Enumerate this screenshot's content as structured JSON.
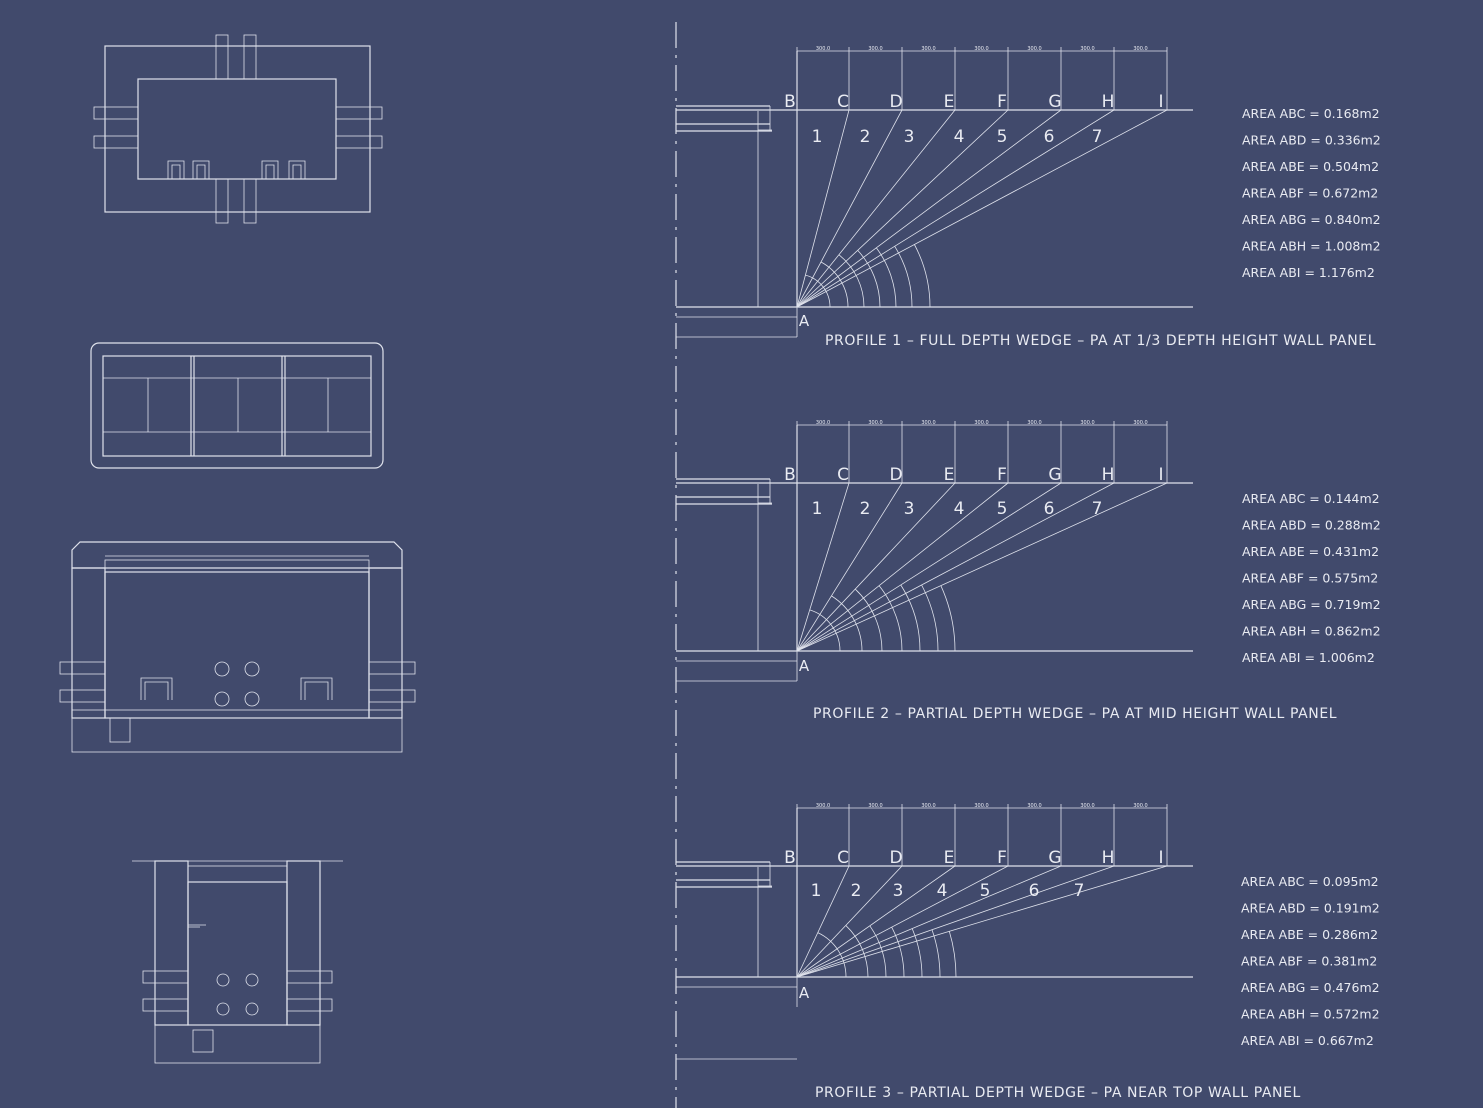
{
  "profiles": [
    {
      "letters": [
        "B",
        "C",
        "D",
        "E",
        "F",
        "G",
        "H",
        "I"
      ],
      "wedges": [
        "1",
        "2",
        "3",
        "4",
        "5",
        "6",
        "7"
      ],
      "corner": "A",
      "caption": "PROFILE 1 – FULL DEPTH WEDGE – PA AT 1/3 DEPTH HEIGHT WALL PANEL",
      "areas": [
        "AREA ABC = 0.168m2",
        "AREA ABD = 0.336m2",
        "AREA ABE = 0.504m2",
        "AREA ABF = 0.672m2",
        "AREA ABG = 0.840m2",
        "AREA ABH = 1.008m2",
        "AREA ABI = 1.176m2"
      ],
      "dims": [
        "300.0",
        "300.0",
        "300.0",
        "300.0",
        "300.0",
        "300.0",
        "300.0"
      ]
    },
    {
      "letters": [
        "B",
        "C",
        "D",
        "E",
        "F",
        "G",
        "H",
        "I"
      ],
      "wedges": [
        "1",
        "2",
        "3",
        "4",
        "5",
        "6",
        "7"
      ],
      "corner": "A",
      "caption": "PROFILE 2 – PARTIAL DEPTH WEDGE – PA AT MID HEIGHT WALL PANEL",
      "areas": [
        "AREA ABC = 0.144m2",
        "AREA ABD = 0.288m2",
        "AREA ABE = 0.431m2",
        "AREA ABF = 0.575m2",
        "AREA ABG = 0.719m2",
        "AREA ABH = 0.862m2",
        "AREA ABI = 1.006m2"
      ],
      "dims": [
        "300.0",
        "300.0",
        "300.0",
        "300.0",
        "300.0",
        "300.0",
        "300.0"
      ]
    },
    {
      "letters": [
        "B",
        "C",
        "D",
        "E",
        "F",
        "G",
        "H",
        "I"
      ],
      "wedges": [
        "1",
        "2",
        "3",
        "4",
        "5",
        "6",
        "7"
      ],
      "corner": "A",
      "caption": "PROFILE 3 – PARTIAL DEPTH WEDGE – PA NEAR TOP WALL PANEL",
      "areas": [
        "AREA ABC = 0.095m2",
        "AREA ABD = 0.191m2",
        "AREA ABE = 0.286m2",
        "AREA ABF = 0.381m2",
        "AREA ABG = 0.476m2",
        "AREA ABH = 0.572m2",
        "AREA ABI = 0.667m2"
      ],
      "dims": [
        "300.0",
        "300.0",
        "300.0",
        "300.0",
        "300.0",
        "300.0",
        "300.0"
      ]
    }
  ]
}
